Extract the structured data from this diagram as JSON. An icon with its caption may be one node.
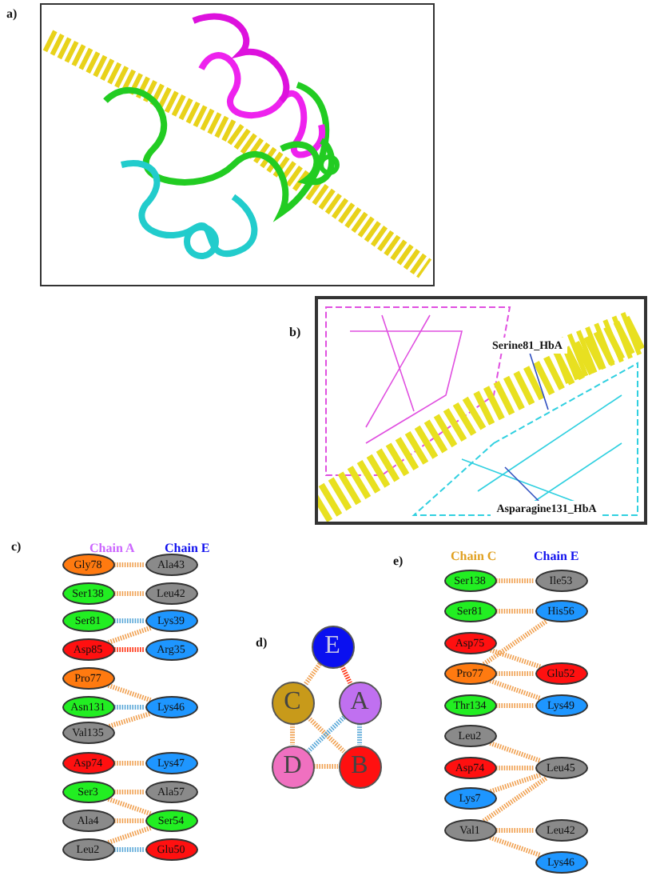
{
  "diagram": {
    "nodes": [
      {
        "text": [
          "Serine81_HbA"
        ]
      },
      {
        "text": [
          "Asparagine131_HbA"
        ]
      },
      {
        "text": [
          "Gly78"
        ]
      },
      {
        "text": [
          "Ala43"
        ]
      },
      {
        "text": [
          "Ser138"
        ]
      },
      {
        "text": [
          "Leu42"
        ]
      },
      {
        "text": [
          "Ser81"
        ]
      },
      {
        "text": [
          "Lys39"
        ]
      },
      {
        "text": [
          "Asp85"
        ]
      },
      {
        "text": [
          "Arg35"
        ]
      },
      {
        "text": [
          "Pro77"
        ]
      },
      {
        "text": [
          "Asn131"
        ]
      },
      {
        "text": [
          "Lys46"
        ]
      },
      {
        "text": [
          "Val135"
        ]
      },
      {
        "text": [
          "Asp74"
        ]
      },
      {
        "text": [
          "Lys47"
        ]
      },
      {
        "text": [
          "Ser3"
        ]
      },
      {
        "text": [
          "Ala57"
        ]
      },
      {
        "text": [
          "Ala4"
        ]
      },
      {
        "text": [
          "Ser54"
        ]
      },
      {
        "text": [
          "Leu2"
        ]
      },
      {
        "text": [
          "Glu50"
        ]
      },
      {
        "text": [
          "E"
        ]
      },
      {
        "text": [
          "C"
        ]
      },
      {
        "text": [
          "A"
        ]
      },
      {
        "text": [
          "D"
        ]
      },
      {
        "text": [
          "B"
        ]
      },
      {
        "text": [
          "Ser138"
        ]
      },
      {
        "text": [
          "Ile53"
        ]
      },
      {
        "text": [
          "Ser81"
        ]
      },
      {
        "text": [
          "His56"
        ]
      },
      {
        "text": [
          "Asp75"
        ]
      },
      {
        "text": [
          "Pro77"
        ]
      },
      {
        "text": [
          "Glu52"
        ]
      },
      {
        "text": [
          "Thr134"
        ]
      },
      {
        "text": [
          "Lys49"
        ]
      },
      {
        "text": [
          "Leu2"
        ]
      },
      {
        "text": [
          "Asp74"
        ]
      },
      {
        "text": [
          "Leu45"
        ]
      },
      {
        "text": [
          "Lys7"
        ]
      },
      {
        "text": [
          "Val1"
        ]
      },
      {
        "text": [
          "Leu42"
        ]
      },
      {
        "text": [
          "Lys46"
        ]
      }
    ],
    "edges": [
      {
        "from": 0,
        "to": null,
        "arrow": "none",
        "color": "#3050c0"
      },
      {
        "from": 1,
        "to": null,
        "arrow": "none",
        "color": "#3050c0"
      },
      {
        "from": 2,
        "to": 3,
        "arrow": "none",
        "style": "dashed"
      },
      {
        "from": 4,
        "to": 5,
        "arrow": "none",
        "style": "dashed"
      },
      {
        "from": 6,
        "to": 7,
        "arrow": "none",
        "style": "dashed",
        "color": "#5aa8d8"
      },
      {
        "from": 8,
        "to": 7,
        "arrow": "none",
        "style": "dashed"
      },
      {
        "from": 8,
        "to": 9,
        "arrow": "none",
        "style": "dashed",
        "color": "#ff3010"
      },
      {
        "from": 10,
        "to": 12,
        "arrow": "none",
        "style": "dashed"
      },
      {
        "from": 11,
        "to": 12,
        "arrow": "none",
        "style": "dashed",
        "color": "#5aa8d8"
      },
      {
        "from": 13,
        "to": 12,
        "arrow": "none",
        "style": "dashed"
      },
      {
        "from": 14,
        "to": 15,
        "arrow": "none",
        "style": "dashed"
      },
      {
        "from": 16,
        "to": 17,
        "arrow": "none",
        "style": "dashed"
      },
      {
        "from": 16,
        "to": 19,
        "arrow": "none",
        "style": "dashed"
      },
      {
        "from": 18,
        "to": 19,
        "arrow": "none",
        "style": "dashed"
      },
      {
        "from": 20,
        "to": 19,
        "arrow": "none",
        "style": "dashed"
      },
      {
        "from": 20,
        "to": 21,
        "arrow": "none",
        "style": "dashed",
        "color": "#5aa8d8"
      },
      {
        "from": 22,
        "to": 23,
        "arrow": "none",
        "style": "dashed"
      },
      {
        "from": 22,
        "to": 24,
        "arrow": "none",
        "style": "dashed",
        "color": "#ff3010"
      },
      {
        "from": 23,
        "to": 25,
        "arrow": "none",
        "style": "dashed"
      },
      {
        "from": 23,
        "to": 26,
        "arrow": "none",
        "style": "dashed"
      },
      {
        "from": 24,
        "to": 25,
        "arrow": "none",
        "style": "dashed",
        "color": "#5aa8d8"
      },
      {
        "from": 24,
        "to": 26,
        "arrow": "none",
        "style": "dashed",
        "color": "#5aa8d8"
      },
      {
        "from": 25,
        "to": 26,
        "arrow": "none",
        "style": "dashed"
      },
      {
        "from": 27,
        "to": 28,
        "arrow": "none",
        "style": "dashed"
      },
      {
        "from": 29,
        "to": 30,
        "arrow": "none",
        "style": "dashed"
      },
      {
        "from": 32,
        "to": 30,
        "arrow": "none",
        "style": "dashed"
      },
      {
        "from": 31,
        "to": 33,
        "arrow": "none",
        "style": "dashed"
      },
      {
        "from": 32,
        "to": 33,
        "arrow": "none",
        "style": "dashed"
      },
      {
        "from": 32,
        "to": 35,
        "arrow": "none",
        "style": "dashed"
      },
      {
        "from": 34,
        "to": 35,
        "arrow": "none",
        "style": "dashed"
      },
      {
        "from": 36,
        "to": 38,
        "arrow": "none",
        "style": "dashed"
      },
      {
        "from": 37,
        "to": 38,
        "arrow": "none",
        "style": "dashed"
      },
      {
        "from": 39,
        "to": 38,
        "arrow": "none",
        "style": "dashed"
      },
      {
        "from": 40,
        "to": 38,
        "arrow": "none",
        "style": "dashed"
      },
      {
        "from": 40,
        "to": 41,
        "arrow": "none",
        "style": "dashed"
      },
      {
        "from": 40,
        "to": 42,
        "arrow": "none",
        "style": "dashed"
      }
    ],
    "labels": [
      "a)",
      "b)",
      "c)",
      "Chain A",
      "Chain E",
      "d)",
      "e)",
      "Chain C",
      "Chain E"
    ]
  }
}
